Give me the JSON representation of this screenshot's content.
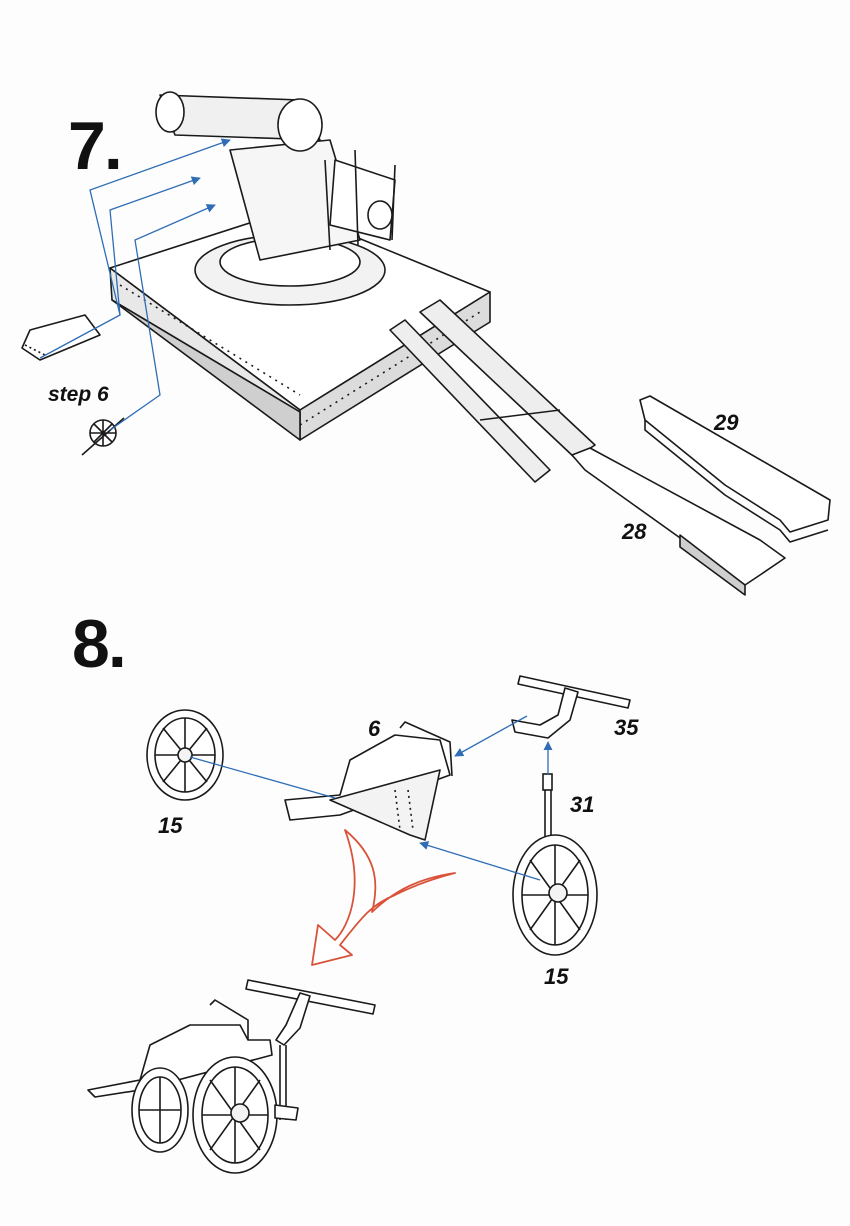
{
  "steps": {
    "step7": {
      "number": "7.",
      "reference": "step 6",
      "parts": {
        "p29": "29",
        "p28": "28"
      }
    },
    "step8": {
      "number": "8.",
      "parts": {
        "p6": "6",
        "p35": "35",
        "p15_left": "15",
        "p31": "31",
        "p15_right": "15"
      }
    }
  },
  "colors": {
    "line": "#1a1a1a",
    "leader": "#2f6db5",
    "arrow": "#2f6db5",
    "curved_arrow": "#d9533a"
  }
}
